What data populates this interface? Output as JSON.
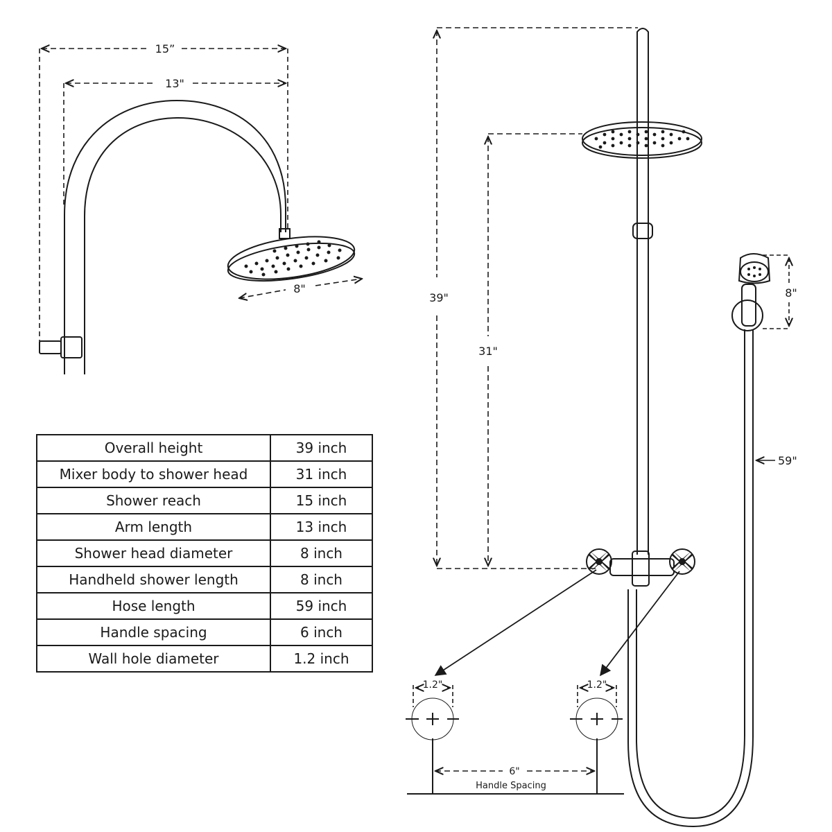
{
  "arm_view": {
    "reach_label": "15”",
    "arm_label": "13\"",
    "head_label": "8\""
  },
  "assembly_view": {
    "overall_height_label": "39\"",
    "mixer_to_head_label": "31\"",
    "handheld_label": "8\"",
    "hose_label": "59\"",
    "left_hole_label": "1.2\"",
    "right_hole_label": "1.2\"",
    "spacing_label": "6\"",
    "spacing_caption": "Handle Spacing"
  },
  "spec_table": {
    "rows": [
      {
        "name": "Overall height",
        "value": "39 inch"
      },
      {
        "name": "Mixer body to shower head",
        "value": "31 inch"
      },
      {
        "name": "Shower reach",
        "value": "15 inch"
      },
      {
        "name": "Arm length",
        "value": "13 inch"
      },
      {
        "name": "Shower head diameter",
        "value": "8 inch"
      },
      {
        "name": "Handheld shower length",
        "value": "8 inch"
      },
      {
        "name": "Hose length",
        "value": "59 inch"
      },
      {
        "name": "Handle spacing",
        "value": "6 inch"
      },
      {
        "name": "Wall hole diameter",
        "value": "1.2 inch"
      }
    ]
  },
  "colors": {
    "line": "#1a1a1a",
    "background": "#ffffff"
  }
}
